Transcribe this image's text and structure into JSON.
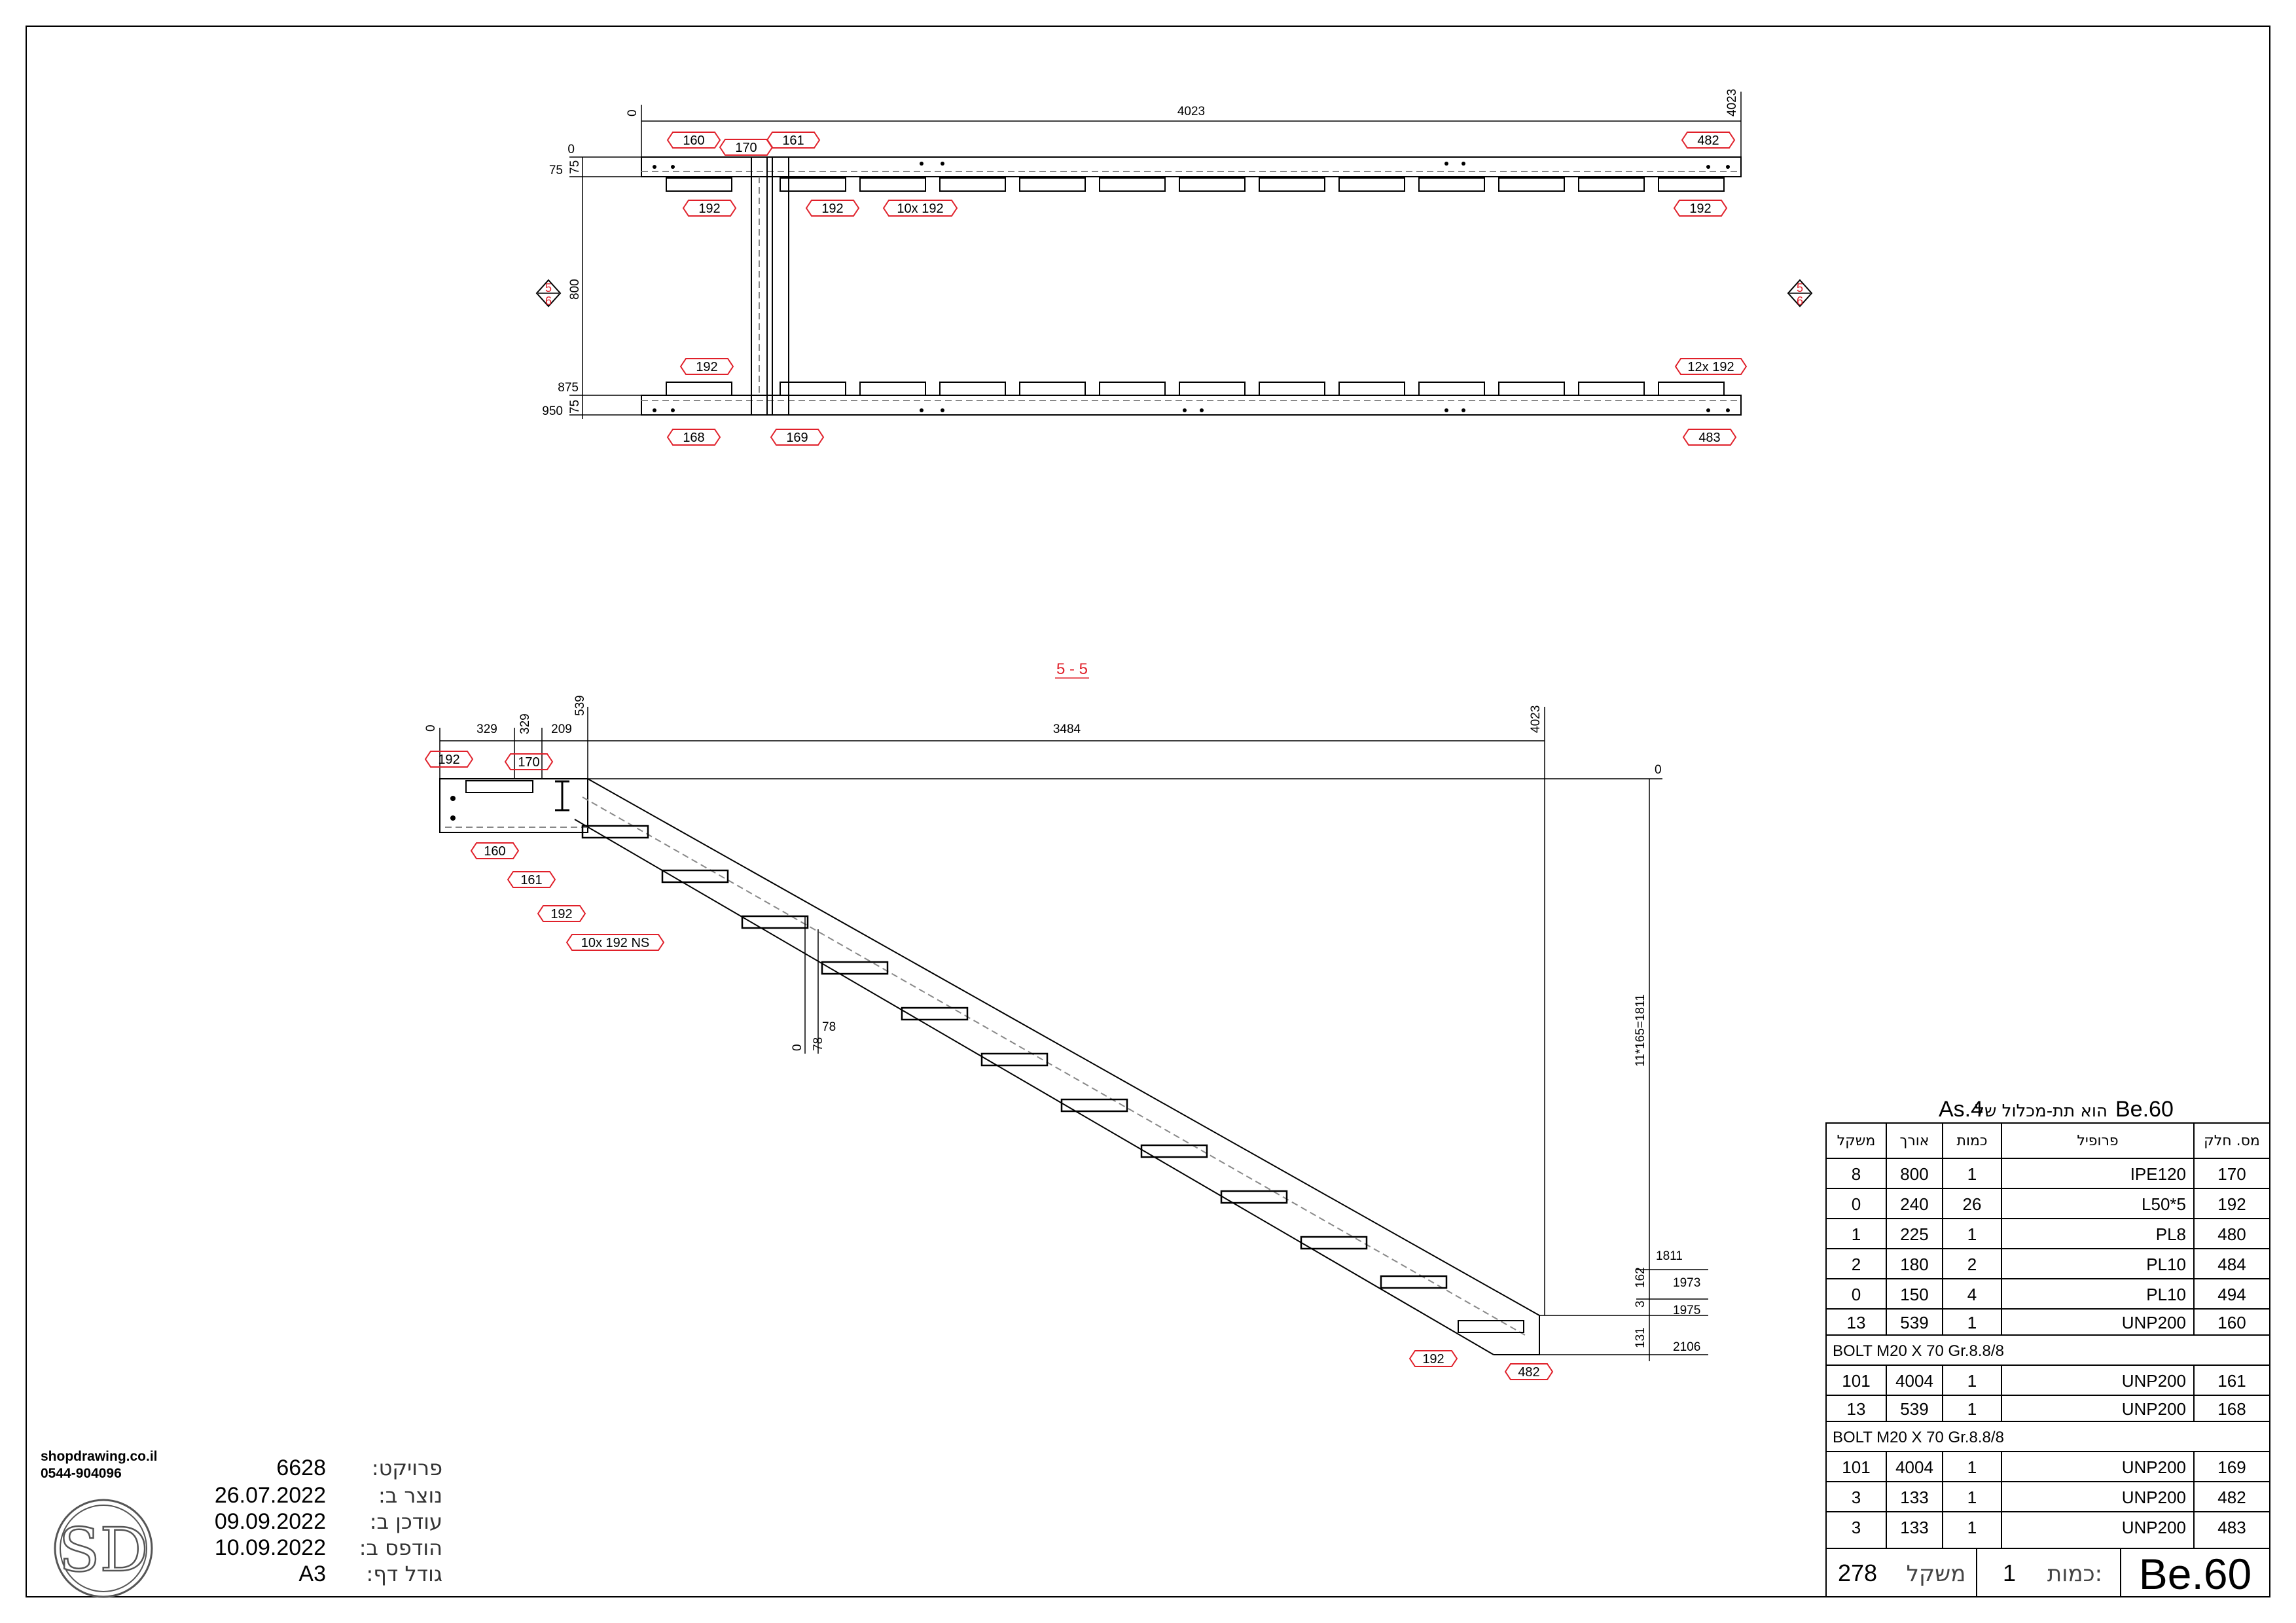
{
  "plan": {
    "top_dim": "4023",
    "top_right_dim": "4023",
    "origin": "0",
    "left_dims": [
      "0",
      "75",
      "75",
      "800",
      "875",
      "75",
      "950"
    ],
    "section_marker": [
      "5",
      "6"
    ],
    "tags_top": [
      "160",
      "170",
      "161",
      "482"
    ],
    "tags_top_under": [
      "192",
      "192",
      "10x 192",
      "192"
    ],
    "tags_bottom_over": [
      "192",
      "12x 192"
    ],
    "tags_bottom": [
      "168",
      "169",
      "483"
    ]
  },
  "section": {
    "title": "5 - 5",
    "top_dims": [
      "0",
      "329",
      "329",
      "209",
      "539",
      "3484",
      "4023"
    ],
    "tags": [
      "192",
      "170",
      "160",
      "161",
      "192",
      "10x 192 NS",
      "192",
      "482"
    ],
    "step_dims": [
      "0",
      "78",
      "78"
    ],
    "rise_label": "11*165=1811",
    "right_dims": [
      "0",
      "1811",
      "162",
      "1973",
      "3",
      "1975",
      "131",
      "2106"
    ]
  },
  "table": {
    "header_part": "Be.60",
    "header_mid": "הוא תת-מכלול של",
    "header_assembly": "As.4",
    "columns": [
      "משקל",
      "אורך",
      "כמות",
      "פרופיל",
      "מס. חלק"
    ],
    "rows": [
      {
        "weight": "8",
        "length": "800",
        "qty": "1",
        "profile": "IPE120",
        "part": "170"
      },
      {
        "weight": "0",
        "length": "240",
        "qty": "26",
        "profile": "L50*5",
        "part": "192"
      },
      {
        "weight": "1",
        "length": "225",
        "qty": "1",
        "profile": "PL8",
        "part": "480"
      },
      {
        "weight": "2",
        "length": "180",
        "qty": "2",
        "profile": "PL10",
        "part": "484"
      },
      {
        "weight": "0",
        "length": "150",
        "qty": "4",
        "profile": "PL10",
        "part": "494"
      },
      {
        "weight": "13",
        "length": "539",
        "qty": "1",
        "profile": "UNP200",
        "part": "160"
      },
      {
        "note": "BOLT M20 X 70 Gr.8.8/8"
      },
      {
        "weight": "101",
        "length": "4004",
        "qty": "1",
        "profile": "UNP200",
        "part": "161"
      },
      {
        "weight": "13",
        "length": "539",
        "qty": "1",
        "profile": "UNP200",
        "part": "168"
      },
      {
        "note": "BOLT M20 X 70 Gr.8.8/8"
      },
      {
        "weight": "101",
        "length": "4004",
        "qty": "1",
        "profile": "UNP200",
        "part": "169"
      },
      {
        "weight": "3",
        "length": "133",
        "qty": "1",
        "profile": "UNP200",
        "part": "482"
      },
      {
        "weight": "3",
        "length": "133",
        "qty": "1",
        "profile": "UNP200",
        "part": "483"
      }
    ],
    "footer": {
      "weight_value": "278",
      "weight_label": "משקל",
      "qty_value": "1",
      "qty_label": "כמות:",
      "part": "Be.60"
    }
  },
  "info": {
    "site": "shopdrawing.co.il",
    "phone": "0544-904096",
    "logo": "SD",
    "project_value": "6628",
    "project_label": ":פרויקט",
    "created_value": "26.07.2022",
    "created_label": ":נוצר ב",
    "updated_value": "09.09.2022",
    "updated_label": ":עודכן ב",
    "printed_value": "10.09.2022",
    "printed_label": ":הודפס ב",
    "size_value": "A3",
    "size_label": ":גודל דף"
  },
  "colors": {
    "tag": "#e0202a",
    "line": "#000000",
    "hidden": "#888888"
  }
}
